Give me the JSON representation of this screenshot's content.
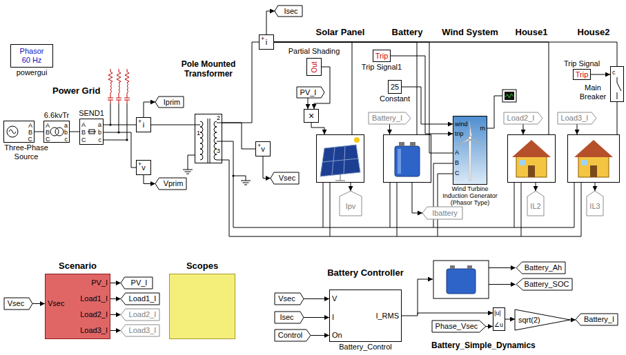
{
  "diagram": {
    "nodes": [
      {
        "text": [
          "Phasor 60 Hz",
          "powergui"
        ]
      },
      {
        "text": [
          "A",
          "B",
          "C",
          "Three-Phase Source"
        ]
      },
      {
        "text": [
          "A",
          "B",
          "C",
          "a",
          "b",
          "c",
          "6.6kvTr"
        ]
      },
      {
        "text": [
          "A",
          "B",
          "C",
          "a",
          "b",
          "c",
          "SEND1"
        ]
      },
      {
        "text": [
          "+",
          "i"
        ]
      },
      {
        "text": [
          "Iprim"
        ]
      },
      {
        "text": [
          "+",
          "v"
        ]
      },
      {
        "text": [
          "Vprim"
        ]
      },
      {
        "text": [
          "1",
          "2",
          "3",
          "Pole Mounted Transformer"
        ]
      },
      {
        "text": [
          "+",
          "i"
        ]
      },
      {
        "text": [
          "Isec"
        ]
      },
      {
        "text": [
          "+",
          "v"
        ]
      },
      {
        "text": [
          "Vsec"
        ]
      },
      {
        "text": [
          "Out",
          "Partial Shading"
        ]
      },
      {
        "text": [
          "PV_I"
        ]
      },
      {
        "text": [
          "×"
        ]
      },
      {
        "text": [
          "Solar Panel"
        ]
      },
      {
        "text": [
          "Trip",
          "Trip Signal1"
        ]
      },
      {
        "text": [
          "25",
          "Constant"
        ]
      },
      {
        "text": [
          "Battery_I"
        ]
      },
      {
        "text": [
          "Battery"
        ]
      },
      {
        "text": [
          "Wind System",
          "wind",
          "trip",
          "A",
          "B",
          "C",
          "m",
          "Wind Turbine Induction Generator (Phasor Type)"
        ]
      },
      {
        "text": [
          "Load2_I"
        ]
      },
      {
        "text": [
          "House1"
        ]
      },
      {
        "text": [
          "Trip",
          "Trip Signal"
        ]
      },
      {
        "text": [
          "c",
          "Main Breaker"
        ]
      },
      {
        "text": [
          "Load3_I"
        ]
      },
      {
        "text": [
          "House2"
        ]
      },
      {
        "text": [
          "Ipv"
        ]
      },
      {
        "text": [
          "Ibattery"
        ]
      },
      {
        "text": [
          "IL2"
        ]
      },
      {
        "text": [
          "IL3"
        ]
      },
      {
        "text": [
          "Vsec"
        ]
      },
      {
        "text": [
          "Vsec",
          "PV_I",
          "Load1_I",
          "Load2_I",
          "Load3_I",
          "Scenario"
        ]
      },
      {
        "text": [
          "PV_I"
        ]
      },
      {
        "text": [
          "Load1_I"
        ]
      },
      {
        "text": [
          "Load2_I"
        ]
      },
      {
        "text": [
          "Load3_I"
        ]
      },
      {
        "text": [
          "Scopes"
        ]
      },
      {
        "text": [
          "Vsec"
        ]
      },
      {
        "text": [
          "Isec"
        ]
      },
      {
        "text": [
          "Control"
        ]
      },
      {
        "text": [
          "Battery Controller",
          "V",
          "I",
          "On",
          "I_RMS",
          "Battery_Control"
        ]
      },
      {
        "text": [
          "Battery_Ah"
        ]
      },
      {
        "text": [
          "Battery_SOC"
        ]
      },
      {
        "text": [
          "Phase_Vsec"
        ]
      },
      {
        "text": [
          "|u|",
          "∠u"
        ]
      },
      {
        "text": [
          "sqrt(2)"
        ]
      },
      {
        "text": [
          "Battery_I"
        ]
      }
    ],
    "edges": [
      {
        "from": 1,
        "to": 2,
        "arrow": "none"
      },
      {
        "from": 2,
        "to": 3,
        "arrow": "none"
      },
      {
        "from": 3,
        "to": 4,
        "arrow": "none"
      },
      {
        "from": 4,
        "to": 8,
        "arrow": "none"
      },
      {
        "from": 4,
        "to": 5,
        "arrow": "to"
      },
      {
        "from": 6,
        "to": 7,
        "arrow": "to"
      },
      {
        "from": 9,
        "to": 10,
        "arrow": "to"
      },
      {
        "from": 11,
        "to": 12,
        "arrow": "to"
      },
      {
        "from": 13,
        "to": 15,
        "arrow": "to"
      },
      {
        "from": 14,
        "to": 15,
        "arrow": "to"
      },
      {
        "from": 15,
        "to": 16,
        "arrow": "to"
      },
      {
        "from": 17,
        "to": 21,
        "arrow": "to"
      },
      {
        "from": 18,
        "to": 21,
        "arrow": "to"
      },
      {
        "from": 19,
        "to": 20,
        "arrow": "to"
      },
      {
        "from": 22,
        "to": 23,
        "arrow": "to"
      },
      {
        "from": 24,
        "to": 25,
        "arrow": "to"
      },
      {
        "from": 26,
        "to": 27,
        "arrow": "to"
      },
      {
        "from": 16,
        "to": 28,
        "arrow": "to"
      },
      {
        "from": 20,
        "to": 29,
        "arrow": "to"
      },
      {
        "from": 23,
        "to": 30,
        "arrow": "to"
      },
      {
        "from": 27,
        "to": 31,
        "arrow": "to"
      },
      {
        "from": 32,
        "to": 33,
        "arrow": "to"
      },
      {
        "from": 33,
        "to": 34,
        "arrow": "to"
      },
      {
        "from": 33,
        "to": 35,
        "arrow": "to"
      },
      {
        "from": 33,
        "to": 36,
        "arrow": "to"
      },
      {
        "from": 33,
        "to": 37,
        "arrow": "to"
      },
      {
        "from": 39,
        "to": 42,
        "arrow": "to"
      },
      {
        "from": 40,
        "to": 42,
        "arrow": "to"
      },
      {
        "from": 41,
        "to": 42,
        "arrow": "to"
      },
      {
        "from": 42,
        "to": 46,
        "arrow": "to"
      },
      {
        "from": 45,
        "to": 46,
        "arrow": "to"
      },
      {
        "from": 46,
        "to": 47,
        "arrow": "to"
      },
      {
        "from": 47,
        "to": 48,
        "arrow": "to"
      },
      {
        "from": 8,
        "to": 9,
        "arrow": "none"
      },
      {
        "from": 8,
        "to": 11,
        "arrow": "none"
      },
      {
        "from": 9,
        "to": 16,
        "arrow": "none"
      },
      {
        "from": 9,
        "to": 20,
        "arrow": "none"
      },
      {
        "from": 9,
        "to": 21,
        "arrow": "none"
      },
      {
        "from": 9,
        "to": 23,
        "arrow": "none"
      },
      {
        "from": 9,
        "to": 25,
        "arrow": "none"
      },
      {
        "from": 25,
        "to": 27,
        "arrow": "none"
      }
    ],
    "labels": [
      "Power Grid",
      "Battery_Simple_Dynamics"
    ]
  }
}
